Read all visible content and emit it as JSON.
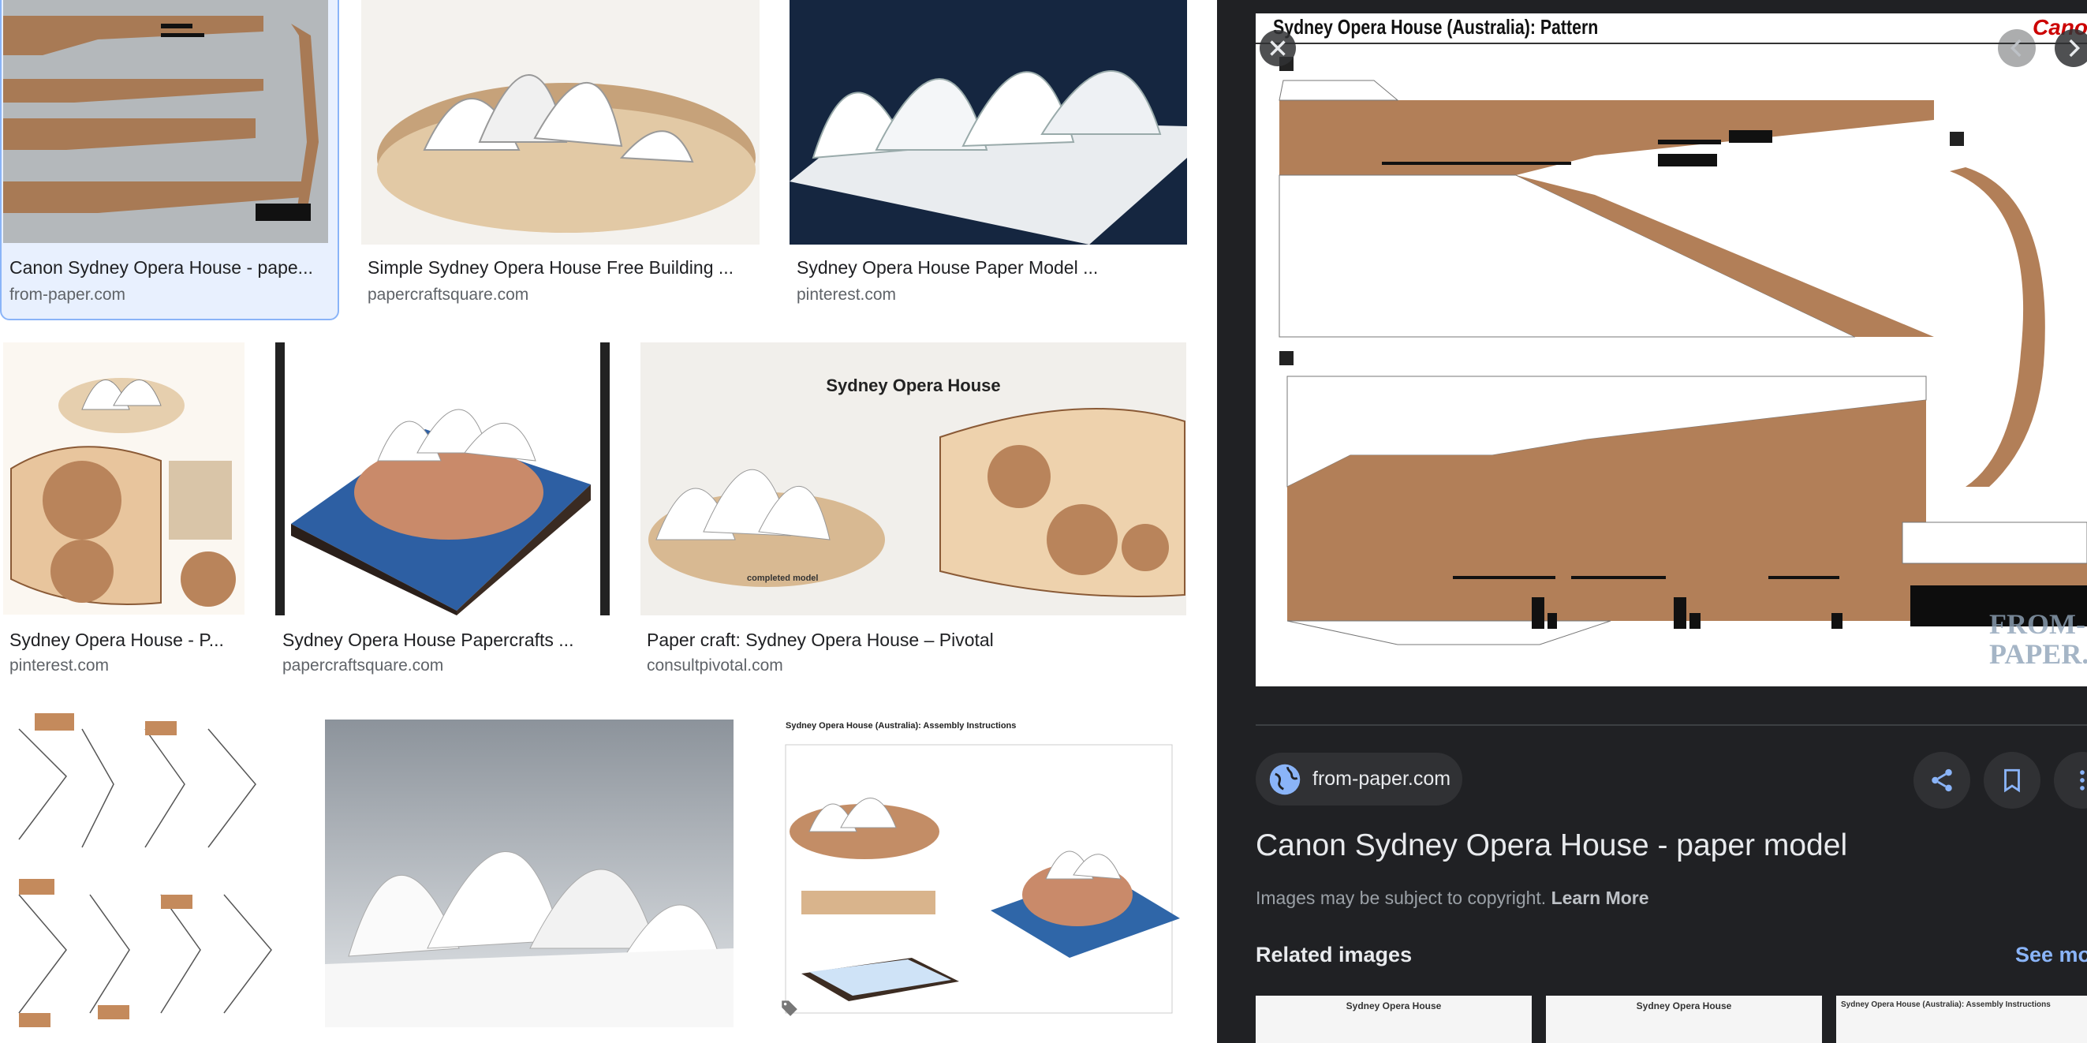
{
  "results": [
    {
      "title": "Canon Sydney Opera House - pape...",
      "source": "from-paper.com"
    },
    {
      "title": "Simple Sydney Opera House Free Building ...",
      "source": "papercraftsquare.com"
    },
    {
      "title": "Sydney Opera House Paper Model ...",
      "source": "pinterest.com"
    },
    {
      "title": "Sydney Opera House - P...",
      "source": "pinterest.com"
    },
    {
      "title": "Sydney Opera House Papercrafts ...",
      "source": "papercraftsquare.com"
    },
    {
      "title": "Paper craft: Sydney Opera House – Pivotal",
      "source": "consultpivotal.com"
    }
  ],
  "thumb_texts": {
    "r6_heading": "Sydney Opera House",
    "r6_caption": "completed model",
    "r9_heading": "Sydney Opera House (Australia): Assembly Instructions"
  },
  "detail": {
    "preview_heading": "Sydney Opera House (Australia): Pattern",
    "preview_brand": "Canon",
    "preview_watermark": "FROM-PAPER.COM",
    "source": "from-paper.com",
    "title": "Canon Sydney Opera House - paper model",
    "copyright_text": "Images may be subject to copyright.",
    "learn_more": "Learn More",
    "related_heading": "Related images",
    "see_more": "See mo",
    "related_labels": [
      "Sydney Opera House",
      "Sydney Opera House",
      "Sydney Opera House (Australia): Assembly Instructions"
    ]
  },
  "icons": {
    "close": "close-icon",
    "prev": "chevron-left-icon",
    "next": "chevron-right-icon",
    "share": "share-icon",
    "save": "bookmark-icon",
    "more": "more-vert-icon",
    "globe": "globe-icon",
    "tag": "tag-icon"
  },
  "colors": {
    "panel_bg": "#202124",
    "selection": "#8ab4f8",
    "link": "#8ab4f8",
    "paper_brown": "#b07f5a"
  }
}
